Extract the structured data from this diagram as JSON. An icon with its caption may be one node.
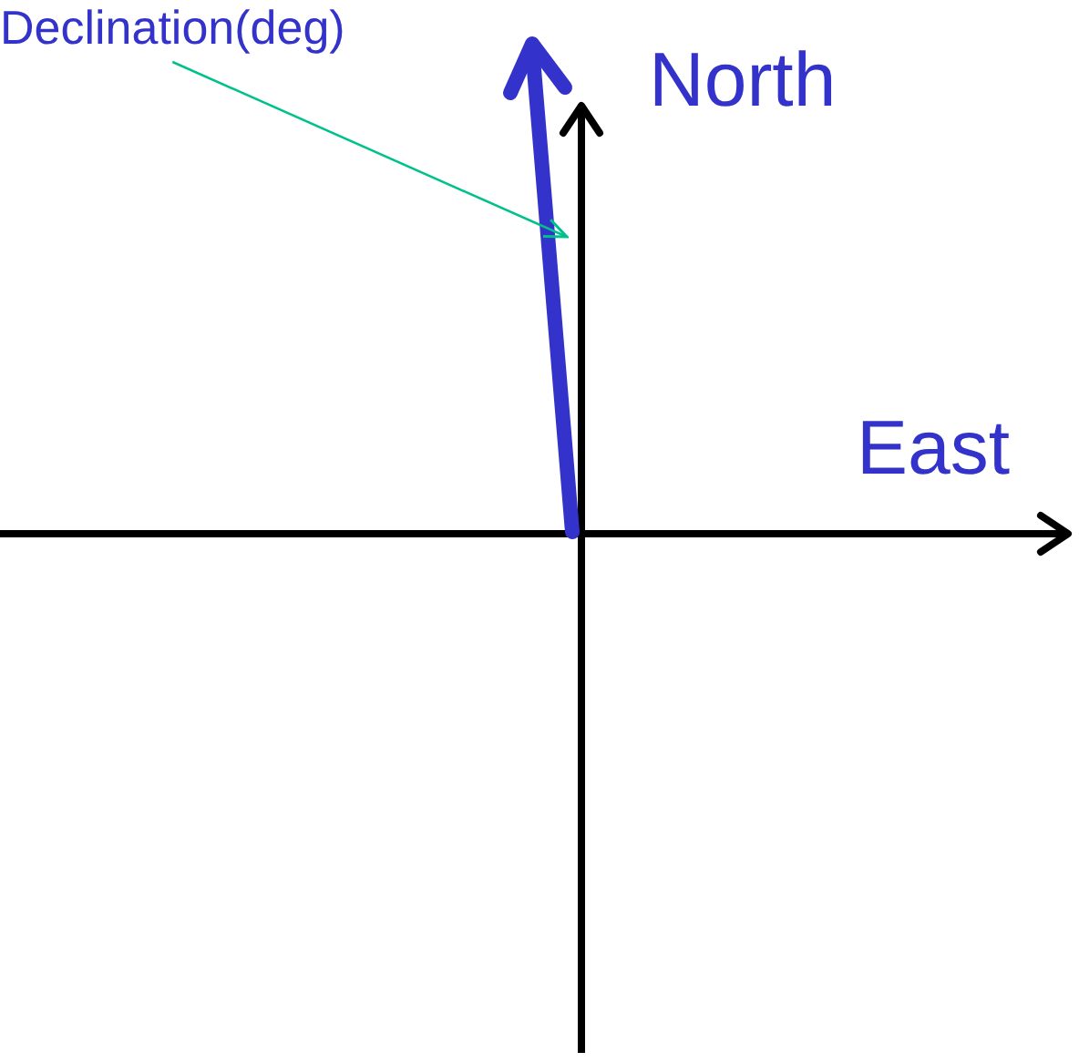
{
  "diagram": {
    "nodes": [
      {
        "text": [
          "Declination(deg)"
        ]
      },
      {
        "text": [],
        "shape": "arrow"
      }
    ],
    "edges": [
      {
        "from": 0,
        "to": 1,
        "arrow": "to",
        "color": "#00c08b"
      }
    ],
    "labels": [
      "North",
      "East"
    ]
  }
}
